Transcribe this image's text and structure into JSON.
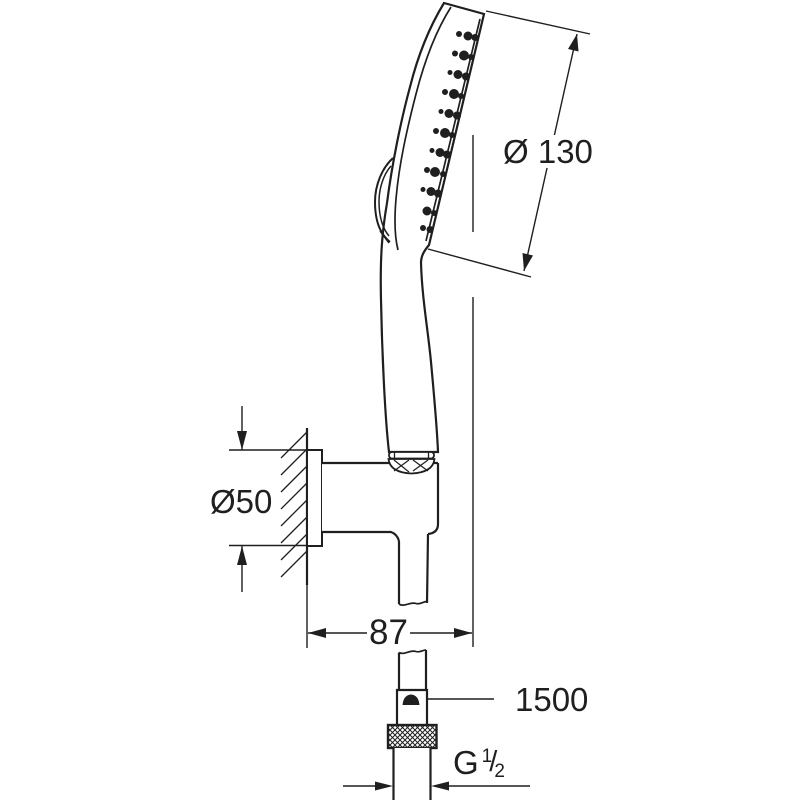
{
  "page": {
    "background": "#ffffff",
    "line_color": "#1f1f1f",
    "description": "Technical dimension drawing of a hand shower with wall holder and hose"
  },
  "drawing": {
    "dimensions": {
      "head_diameter": {
        "label": "Ø 130",
        "value": 130
      },
      "escutcheon_diameter": {
        "label": "Ø50",
        "value": 50
      },
      "wall_projection": {
        "label": "87",
        "value": 87
      },
      "hose_length": {
        "label": "1500",
        "value": 1500
      },
      "thread": {
        "label": "G 1/2",
        "letter": "G",
        "numerator": "1",
        "slash": "/",
        "denominator": "2"
      }
    }
  }
}
